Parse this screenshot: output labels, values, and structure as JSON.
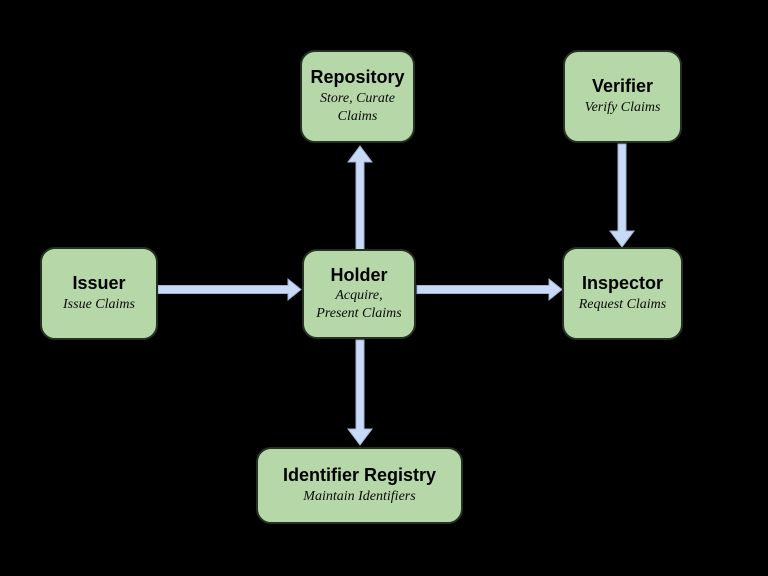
{
  "diagram": {
    "background_color": "#000000",
    "node_fill_color": "#b6d7a8",
    "node_border_color": "#253122",
    "arrow_color": "#c9daf8",
    "text_color": "#000000"
  },
  "nodes": {
    "issuer": {
      "title": "Issuer",
      "subtitle": "Issue Claims"
    },
    "repository": {
      "title": "Repository",
      "subtitle": "Store, Curate\nClaims"
    },
    "verifier": {
      "title": "Verifier",
      "subtitle": "Verify Claims"
    },
    "holder": {
      "title": "Holder",
      "subtitle": "Acquire,\nPresent Claims"
    },
    "inspector": {
      "title": "Inspector",
      "subtitle": "Request Claims"
    },
    "identifier_registry": {
      "title": "Identifier Registry",
      "subtitle": "Maintain Identifiers"
    }
  },
  "edges": [
    {
      "from": "Issuer",
      "to": "Holder"
    },
    {
      "from": "Holder",
      "to": "Repository"
    },
    {
      "from": "Holder",
      "to": "Inspector"
    },
    {
      "from": "Verifier",
      "to": "Inspector"
    },
    {
      "from": "Holder",
      "to": "Identifier Registry"
    }
  ]
}
